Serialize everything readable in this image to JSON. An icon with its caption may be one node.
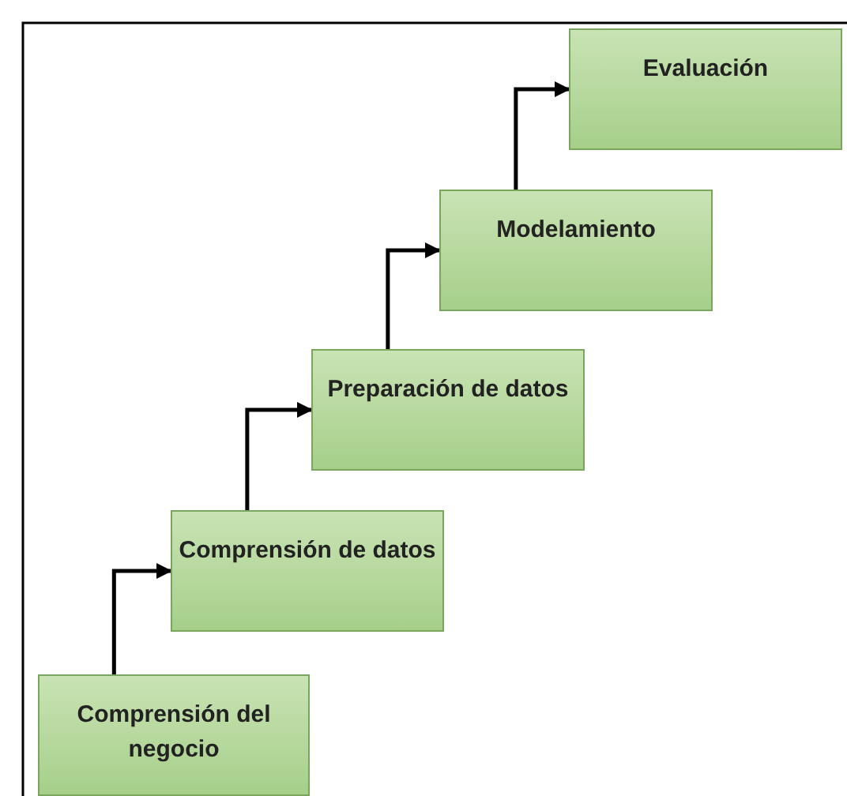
{
  "diagram": {
    "nodes": [
      {
        "text": [
          "Comprensión del negocio"
        ]
      },
      {
        "text": [
          "Comprensión de datos"
        ]
      },
      {
        "text": [
          "Preparación de datos"
        ]
      },
      {
        "text": [
          "Modelamiento"
        ]
      },
      {
        "text": [
          "Evaluación"
        ]
      }
    ],
    "edges": [
      {
        "from": 0,
        "to": 1,
        "arrow": "to"
      },
      {
        "from": 1,
        "to": 2,
        "arrow": "to"
      },
      {
        "from": 2,
        "to": 3,
        "arrow": "to"
      },
      {
        "from": 3,
        "to": 4,
        "arrow": "to"
      }
    ]
  }
}
